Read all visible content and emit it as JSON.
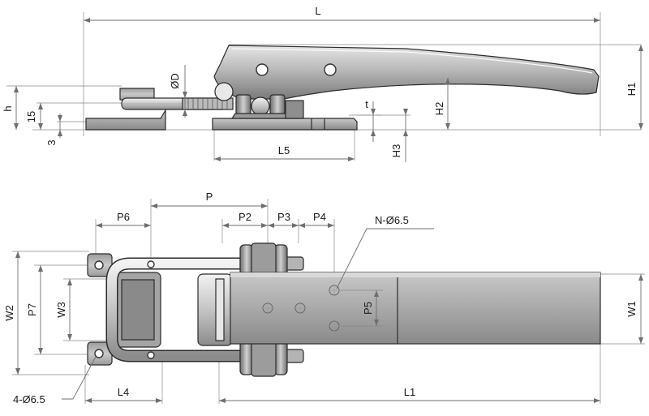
{
  "side_view": {
    "dim_L": "L",
    "dim_D": "ØD",
    "dim_h": "h",
    "dim_15": "15",
    "dim_3": "3",
    "dim_t": "t",
    "dim_H2": "H2",
    "dim_H1": "H1",
    "dim_H3": "H3",
    "dim_L5": "L5"
  },
  "top_view": {
    "dim_P": "P",
    "dim_P6": "P6",
    "dim_P2": "P2",
    "dim_P3": "P3",
    "dim_P4": "P4",
    "dim_N_holes": "N-Ø6.5",
    "dim_W2": "W2",
    "dim_P7": "P7",
    "dim_W3": "W3",
    "dim_P5": "P5",
    "dim_W1": "W1",
    "dim_4_holes": "4-Ø6.5",
    "dim_L4": "L4",
    "dim_L1": "L1"
  },
  "colors": {
    "metal_light": "#d6d6d6",
    "metal_mid": "#a8a8a8",
    "metal_dark": "#6a6a6a",
    "outline": "#2b2b2b",
    "dimension": "#6e6e6e"
  }
}
